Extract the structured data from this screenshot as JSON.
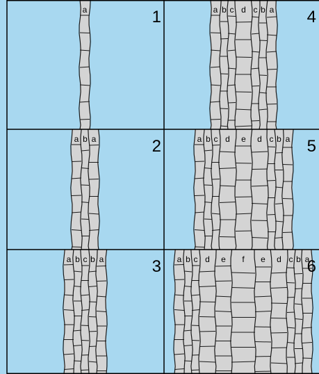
{
  "diagram": {
    "panels": [
      {
        "number": "1",
        "columns": [
          "a"
        ]
      },
      {
        "number": "2",
        "columns": [
          "a",
          "b",
          "a"
        ]
      },
      {
        "number": "3",
        "columns": [
          "a",
          "b",
          "c",
          "b",
          "a"
        ]
      },
      {
        "number": "4",
        "columns": [
          "a",
          "b",
          "c",
          "d",
          "c",
          "b",
          "a"
        ]
      },
      {
        "number": "5",
        "columns": [
          "a",
          "b",
          "c",
          "d",
          "e",
          "d",
          "c",
          "b",
          "a"
        ]
      },
      {
        "number": "6",
        "columns": [
          "a",
          "b",
          "c",
          "d",
          "e",
          "f",
          "e",
          "d",
          "c",
          "b",
          "a"
        ]
      }
    ],
    "colors": {
      "background": "#a8d8f0",
      "strip": "#d4d4d4",
      "line": "#1a1a1a",
      "grid": "#000000"
    }
  }
}
